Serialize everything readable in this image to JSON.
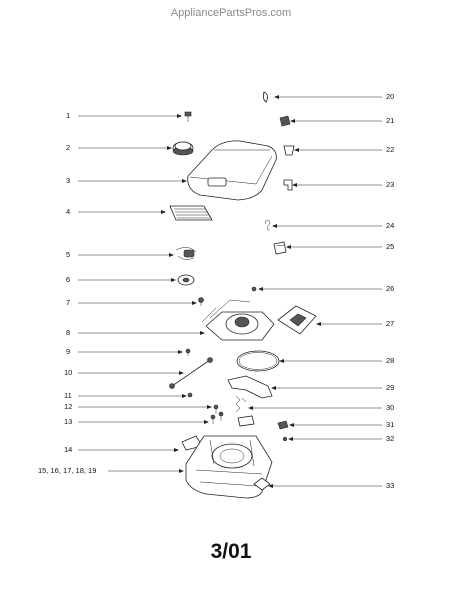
{
  "watermark": "AppliancePartsPros.com",
  "footer_date": "3/01",
  "callouts": {
    "c1": "1",
    "c2": "2",
    "c3": "3",
    "c4": "4",
    "c5": "5",
    "c6": "6",
    "c7": "7",
    "c8": "8",
    "c9": "9",
    "c10": "10",
    "c11": "11",
    "c12": "12",
    "c13": "13",
    "c14": "14",
    "c15": "15, 16, 17, 18, 19",
    "c20": "20",
    "c21": "21",
    "c22": "22",
    "c23": "23",
    "c24": "24",
    "c25": "25",
    "c26": "26",
    "c27": "27",
    "c28": "28",
    "c29": "29",
    "c30": "30",
    "c31": "31",
    "c32": "32",
    "c33": "33"
  }
}
